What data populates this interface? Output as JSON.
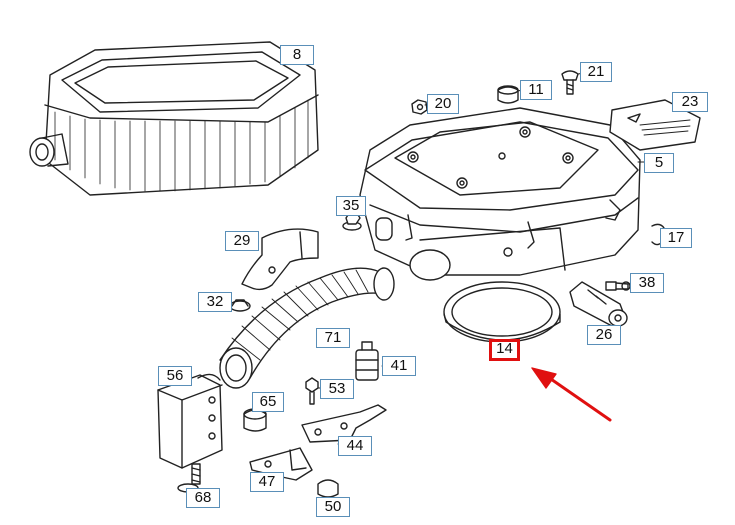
{
  "diagram": {
    "selected_part": "14",
    "part_labels": [
      {
        "id": "8",
        "text": "8"
      },
      {
        "id": "20",
        "text": "20"
      },
      {
        "id": "11",
        "text": "11"
      },
      {
        "id": "21",
        "text": "21"
      },
      {
        "id": "23",
        "text": "23"
      },
      {
        "id": "5",
        "text": "5"
      },
      {
        "id": "35",
        "text": "35"
      },
      {
        "id": "29",
        "text": "29"
      },
      {
        "id": "17",
        "text": "17"
      },
      {
        "id": "38",
        "text": "38"
      },
      {
        "id": "32",
        "text": "32"
      },
      {
        "id": "26",
        "text": "26"
      },
      {
        "id": "71",
        "text": "71"
      },
      {
        "id": "14",
        "text": "14"
      },
      {
        "id": "41",
        "text": "41"
      },
      {
        "id": "56",
        "text": "56"
      },
      {
        "id": "53",
        "text": "53"
      },
      {
        "id": "65",
        "text": "65"
      },
      {
        "id": "44",
        "text": "44"
      },
      {
        "id": "47",
        "text": "47"
      },
      {
        "id": "68",
        "text": "68"
      },
      {
        "id": "50",
        "text": "50"
      }
    ]
  },
  "colors": {
    "label_border": "#5a8fb8",
    "highlight": "#e01010",
    "arrow": "#e01010",
    "line_art": "#222222"
  }
}
